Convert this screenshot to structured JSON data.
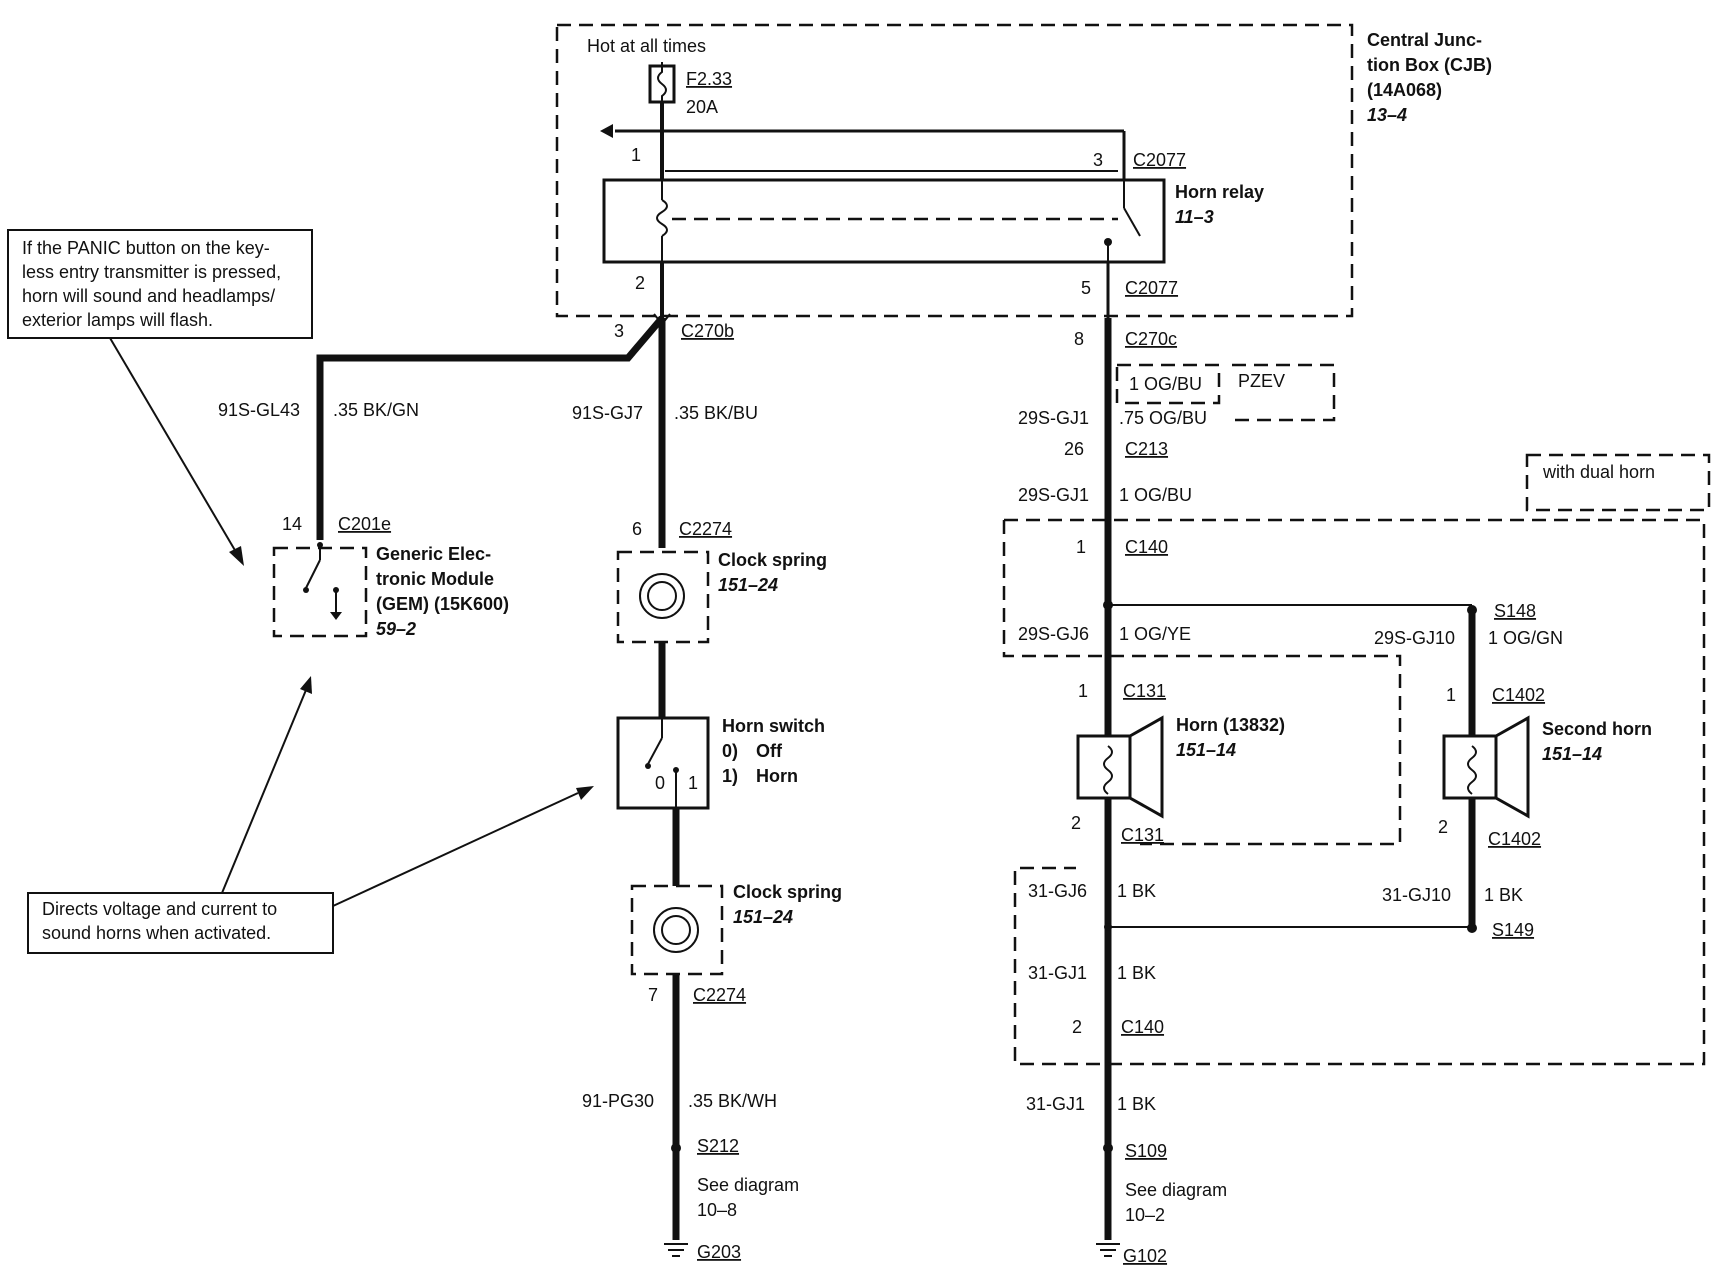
{
  "cjb": {
    "hot_label": "Hot at all times",
    "fuse_id": "F2.33",
    "fuse_rating": "20A",
    "title_lines": [
      "Central Junc-",
      "tion Box (CJB)",
      "(14A068)"
    ],
    "ref": "13–4"
  },
  "horn_relay": {
    "name": "Horn relay",
    "ref": "11–3",
    "connector": "C2077",
    "pin_1": "1",
    "pin_2": "2",
    "pin_3": "3",
    "pin_5": "5"
  },
  "callouts": {
    "panic_lines": [
      "If the PANIC button on the key-",
      "less entry transmitter is pressed,",
      "horn will sound and headlamps/",
      "exterior lamps will flash."
    ],
    "directs_lines": [
      "Directs voltage and current to",
      "sound horns when activated."
    ]
  },
  "left_branch": {
    "c270b_pin": "3",
    "c270b": "C270b",
    "gem_circuit": "91S-GL43",
    "gem_wire": ".35 BK/GN",
    "gem_pin": "14",
    "gem_connector": "C201e",
    "gem_lines": [
      "Generic Elec-",
      "tronic Module",
      "(GEM) (15K600)"
    ],
    "gem_ref": "59–2",
    "switch_circuit": "91S-GJ7",
    "switch_wire": ".35 BK/BU",
    "cs1_pin": "6",
    "cs1_connector": "C2274",
    "clock_spring_1": "Clock spring",
    "clock_spring_1_ref": "151–24",
    "horn_switch": "Horn switch",
    "horn_switch_states": [
      {
        "num": "0)",
        "label": "Off"
      },
      {
        "num": "1)",
        "label": "Horn"
      }
    ],
    "horn_switch_pos_0": "0",
    "horn_switch_pos_1": "1",
    "clock_spring_2": "Clock spring",
    "clock_spring_2_ref": "151–24",
    "cs2_pin": "7",
    "cs2_connector": "C2274",
    "ground_circuit": "91-PG30",
    "ground_wire": ".35 BK/WH",
    "splice": "S212",
    "see_diagram": "See diagram",
    "see_diagram_ref": "10–8",
    "ground": "G203"
  },
  "right_branch": {
    "c270c_pin": "8",
    "c270c": "C270c",
    "pzev_wire": "1 OG/BU",
    "pzev_label": "PZEV",
    "circuit_gj1": "29S-GJ1",
    "wire_75": ".75 OG/BU",
    "c213_pin": "26",
    "c213": "C213",
    "circuit_gj1_b": "29S-GJ1",
    "wire_og_bu": "1 OG/BU",
    "dual_horn": "with dual horn",
    "c140_pin_1": "1",
    "c140_top": "C140",
    "circuit_gj6": "29S-GJ6",
    "wire_og_ye": "1 OG/YE",
    "s148": "S148",
    "circuit_gj10": "29S-GJ10",
    "wire_og_gn": "1 OG/GN",
    "c131_pin_1": "1",
    "c131_top": "C131",
    "horn_name": "Horn (13832)",
    "horn_ref": "151–14",
    "c131_pin_2": "2",
    "c131_bottom": "C131",
    "c1402_pin_1": "1",
    "c1402_top": "C1402",
    "second_horn": "Second horn",
    "second_horn_ref": "151–14",
    "c1402_pin_2": "2",
    "c1402_bottom": "C1402",
    "gnd_circuit_gj6": "31-GJ6",
    "gnd_wire_1": "1 BK",
    "gnd_circuit_gj10": "31-GJ10",
    "gnd_wire_2": "1 BK",
    "s149": "S149",
    "gnd_circuit_gj1": "31-GJ1",
    "gnd_wire_3": "1 BK",
    "c140_pin_2": "2",
    "c140_bottom": "C140",
    "gnd_circuit_gj1_b": "31-GJ1",
    "gnd_wire_4": "1 BK",
    "s109": "S109",
    "see_diagram": "See diagram",
    "see_diagram_ref": "10–2",
    "ground": "G102"
  }
}
